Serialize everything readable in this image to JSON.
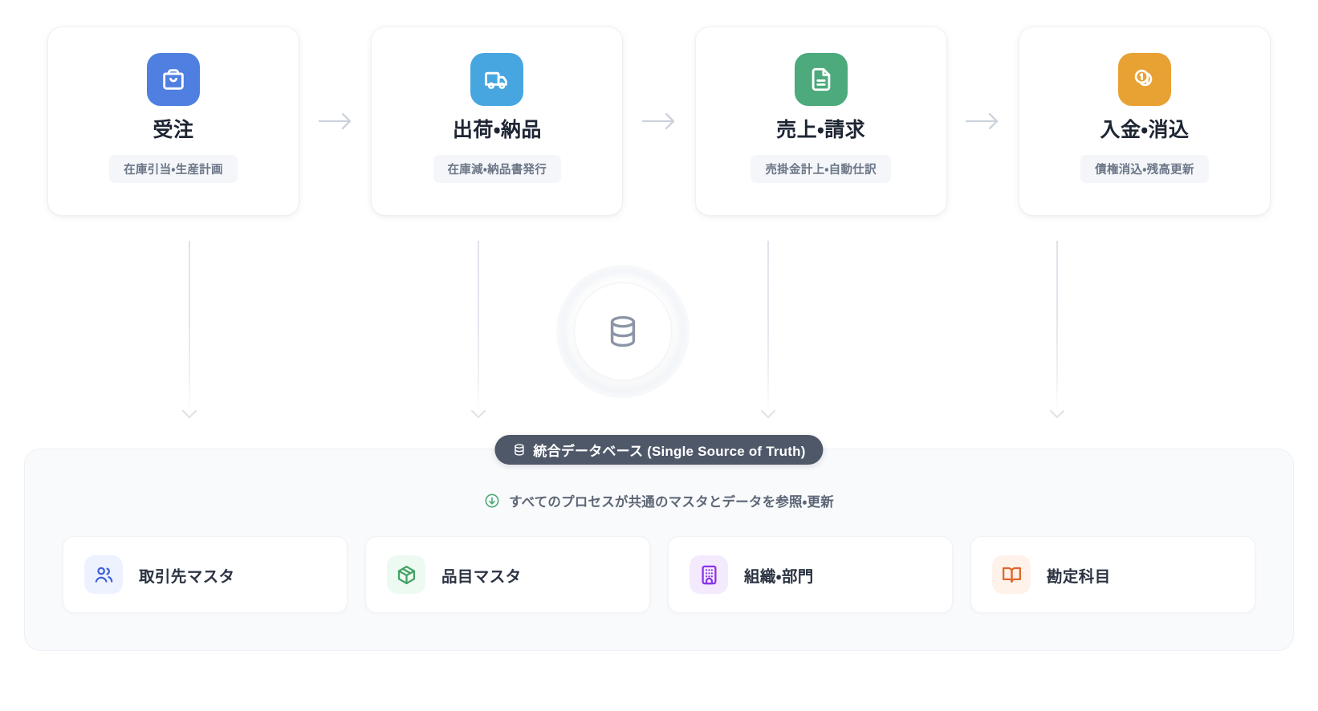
{
  "process": {
    "steps": [
      {
        "title": "受注",
        "tag": "在庫引当・生産計画",
        "icon": "shopping-bag-icon",
        "icon_color": "#4f7fe0"
      },
      {
        "title": "出荷・納品",
        "tag": "在庫減・納品書発行",
        "icon": "truck-icon",
        "icon_color": "#47a6e0"
      },
      {
        "title": "売上・請求",
        "tag": "売掛金計上・自動仕訳",
        "icon": "file-text-icon",
        "icon_color": "#4caa7c"
      },
      {
        "title": "入金・消込",
        "tag": "債権消込・残高更新",
        "icon": "coins-icon",
        "icon_color": "#e8a133"
      }
    ],
    "arrow_icon": "arrow-right-icon",
    "connector_icon": "chevron-down-icon"
  },
  "hub": {
    "icon": "database-icon",
    "icon_color": "#8b95a6"
  },
  "database_panel": {
    "badge": {
      "label": "統合データベース (Single Source of Truth)",
      "icon": "database-icon",
      "background": "#4e5868"
    },
    "note": {
      "text": "すべてのプロセスが共通のマスタとデータを参照・更新",
      "icon": "circle-arrow-down-icon",
      "icon_color": "#4aa873"
    },
    "masters": [
      {
        "label": "取引先マスタ",
        "icon": "users-icon",
        "icon_color": "#4060d8",
        "icon_bg": "#eef2ff"
      },
      {
        "label": "品目マスタ",
        "icon": "package-icon",
        "icon_color": "#41a163",
        "icon_bg": "#edfaf1"
      },
      {
        "label": "組織・部門",
        "icon": "building-icon",
        "icon_color": "#8b33e8",
        "icon_bg": "#f4eafe"
      },
      {
        "label": "勘定科目",
        "icon": "book-open-icon",
        "icon_color": "#e2662a",
        "icon_bg": "#fef2ea"
      }
    ]
  }
}
